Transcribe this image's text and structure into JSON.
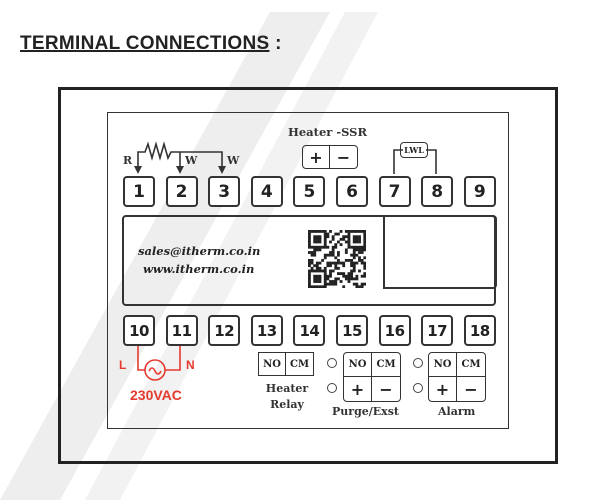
{
  "title": {
    "text": "TERMINAL CONNECTIONS",
    "suffix": " :"
  },
  "top_terminals": [
    "1",
    "2",
    "3",
    "4",
    "5",
    "6",
    "7",
    "8",
    "9"
  ],
  "bottom_terminals": [
    "10",
    "11",
    "12",
    "13",
    "14",
    "15",
    "16",
    "17",
    "18"
  ],
  "rtd": {
    "r": "R",
    "w1": "W",
    "w2": "W"
  },
  "heater_ssr": {
    "label": "Heater -SSR",
    "plus": "+",
    "minus": "−"
  },
  "lwl": "LWL",
  "contact": {
    "email": "sales@itherm.co.in",
    "web": "www.itherm.co.in"
  },
  "power": {
    "l": "L",
    "n": "N",
    "voltage": "230VAC"
  },
  "heater_relay": {
    "no": "NO",
    "cm": "CM",
    "label_line1": "Heater",
    "label_line2": "Relay"
  },
  "purge": {
    "no": "NO",
    "cm": "CM",
    "plus": "+",
    "minus": "−",
    "label": "Purge/Exst"
  },
  "alarm": {
    "no": "NO",
    "cm": "CM",
    "plus": "+",
    "minus": "−",
    "label": "Alarm"
  },
  "colors": {
    "power_wiring": "#e53a2f",
    "line": "#333333",
    "watermark": "#ececec"
  }
}
